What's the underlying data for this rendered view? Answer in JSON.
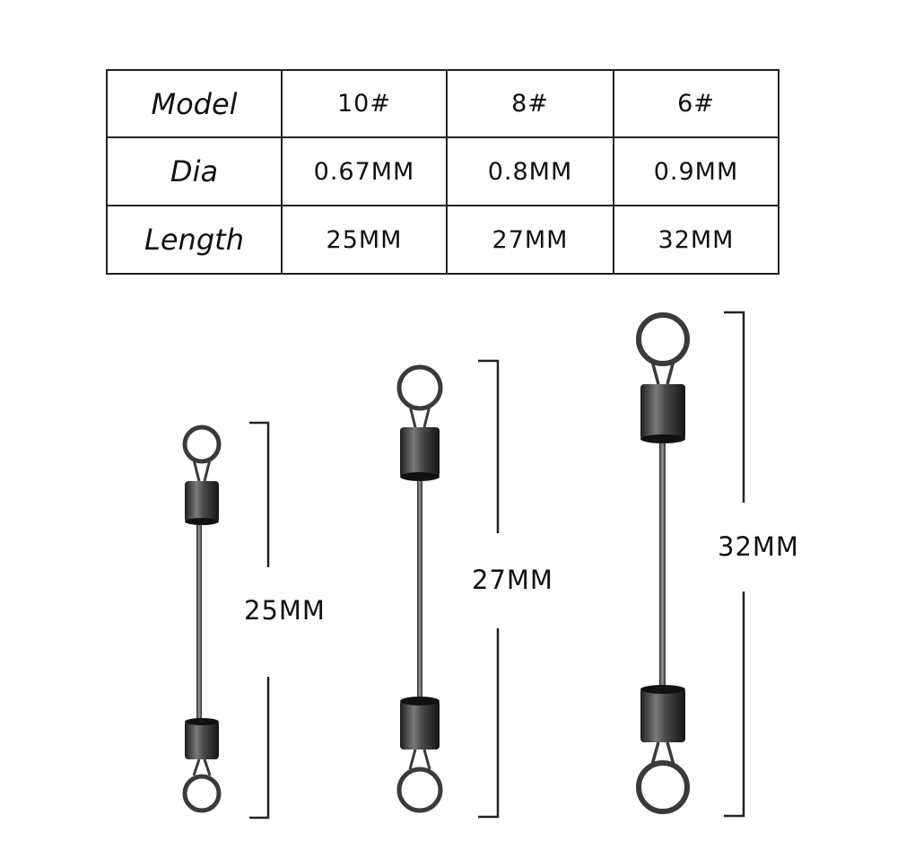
{
  "spec_table": {
    "rows": [
      {
        "label": "Model",
        "values": [
          "10#",
          "8#",
          "6#"
        ]
      },
      {
        "label": "Dia",
        "values": [
          "0.67MM",
          "0.8MM",
          "0.9MM"
        ]
      },
      {
        "label": "Length",
        "values": [
          "25MM",
          "27MM",
          "32MM"
        ]
      }
    ]
  },
  "products": [
    {
      "model": "10#",
      "length_label": "25MM"
    },
    {
      "model": "8#",
      "length_label": "27MM"
    },
    {
      "model": "6#",
      "length_label": "32MM"
    }
  ],
  "colors": {
    "metal_dark": "#2a2a2a",
    "metal_light": "#8a8a8a",
    "line": "#222222"
  }
}
